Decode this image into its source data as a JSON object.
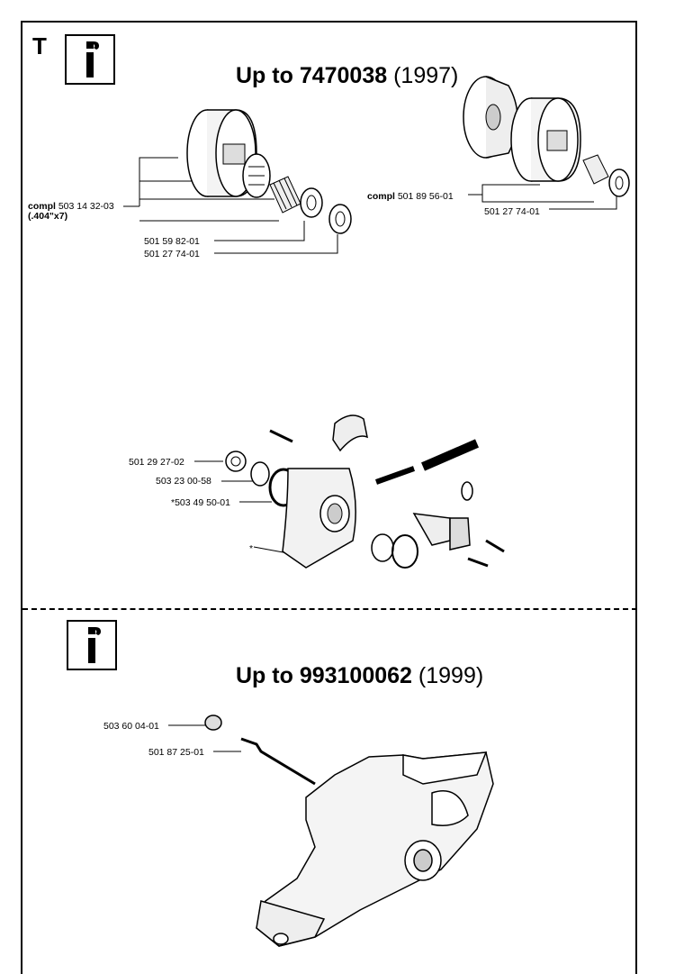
{
  "section_letter": "T",
  "icons": {
    "info": "info-icon"
  },
  "sections": [
    {
      "heading_bold": "Up to 7470038",
      "heading_paren": "(1997)",
      "labels": {
        "clutch_left_compl": "compl",
        "clutch_left_part": "503 14 32-03",
        "clutch_left_size": "(.404\"x7)",
        "bearing_left": "501 59 82-01",
        "washer_left": "501 27 74-01",
        "clutch_right_compl": "compl",
        "clutch_right_part": "501 89 56-01",
        "washer_right": "501 27 74-01",
        "nut": "501 29 27-02",
        "washer_pump": "503 23 00-58",
        "oring": "*503 49 50-01",
        "pump_star": "*"
      }
    },
    {
      "heading_bold": "Up to 993100062",
      "heading_paren": "(1999)",
      "labels": {
        "cap": "503 60 04-01",
        "pin": "501 87 25-01"
      }
    }
  ]
}
